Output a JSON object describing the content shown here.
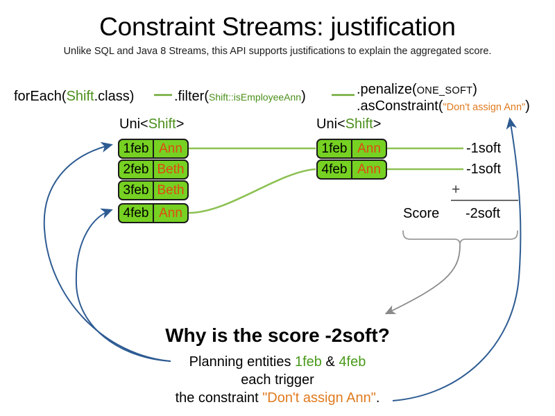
{
  "slide": {
    "title": "Constraint Streams: justification",
    "subtitle": "Unlike SQL and Java 8 Streams, this API supports justifications to explain the aggregated score."
  },
  "colors": {
    "green_text": "#4a8f1a",
    "green_card_fill": "#76d122",
    "orange_text": "#e04a12",
    "orange_string": "#e07b20",
    "blue_arrow": "#2d5b92",
    "gray_brace": "#9a9a9a",
    "green_wire": "#8cc152"
  },
  "pipeline": {
    "foreach": {
      "call": "forEach(",
      "type": "Shift",
      "tail": ".class)"
    },
    "filter": {
      "call": ".filter(",
      "ref": "Shift::isEmployeeAnn",
      "tail": ")"
    },
    "penalize": {
      "call": ".penalize(",
      "arg": "ONE_SOFT",
      "tail": ")"
    },
    "as_constraint": {
      "call": ".asConstraint(",
      "arg": "\"Don't assign Ann\"",
      "tail": ")"
    }
  },
  "streams": {
    "left": {
      "label_prefix": "Uni<",
      "label_type": "Shift",
      "label_suffix": ">",
      "cards": [
        {
          "date": "1feb",
          "name": "Ann"
        },
        {
          "date": "2feb",
          "name": "Beth"
        },
        {
          "date": "3feb",
          "name": "Beth"
        },
        {
          "date": "4feb",
          "name": "Ann"
        }
      ]
    },
    "right": {
      "label_prefix": "Uni<",
      "label_type": "Shift",
      "label_suffix": ">",
      "cards": [
        {
          "date": "1feb",
          "name": "Ann"
        },
        {
          "date": "4feb",
          "name": "Ann"
        }
      ]
    }
  },
  "score": {
    "impacts": [
      "-1soft",
      "-1soft"
    ],
    "operator": "+",
    "label": "Score",
    "total": "-2soft"
  },
  "explanation": {
    "heading": "Why is the score -2soft?",
    "line1_pre": "Planning entities ",
    "line1_entity_a": "1feb",
    "line1_amp": " & ",
    "line1_entity_b": "4feb",
    "line2": "each trigger",
    "line3_pre": "the constraint ",
    "line3_constraint": "\"Don't assign Ann\"",
    "line3_post": "."
  }
}
